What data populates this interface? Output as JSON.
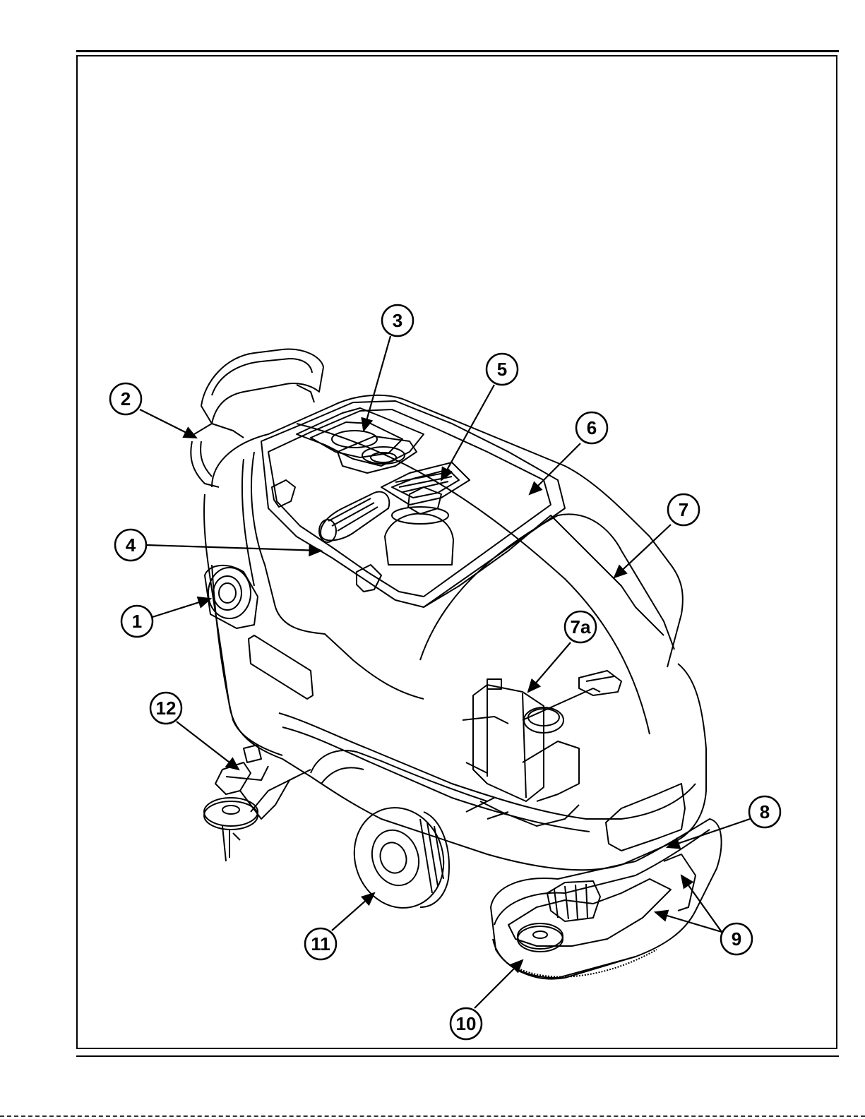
{
  "figure": {
    "callouts": [
      {
        "id": "c1",
        "label": "1"
      },
      {
        "id": "c2",
        "label": "2"
      },
      {
        "id": "c3",
        "label": "3"
      },
      {
        "id": "c4",
        "label": "4"
      },
      {
        "id": "c5",
        "label": "5"
      },
      {
        "id": "c6",
        "label": "6"
      },
      {
        "id": "c7",
        "label": "7"
      },
      {
        "id": "c7a",
        "label": "7a"
      },
      {
        "id": "c8",
        "label": "8"
      },
      {
        "id": "c9",
        "label": "9"
      },
      {
        "id": "c10",
        "label": "10"
      },
      {
        "id": "c11",
        "label": "11"
      },
      {
        "id": "c12",
        "label": "12"
      }
    ]
  }
}
